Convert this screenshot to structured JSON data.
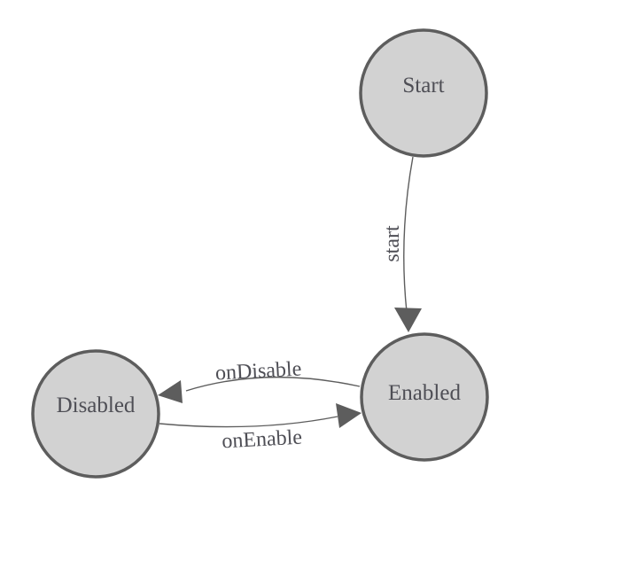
{
  "diagram": {
    "type": "state-machine",
    "background_color": "#ffffff",
    "colors": {
      "node_fill": "#d2d2d2",
      "node_stroke": "#5d5d5d",
      "edge_color": "#5d5d5d",
      "arrow_fill": "#5d5d5d",
      "label_color": "#4e4e55"
    },
    "nodes": [
      {
        "id": "start",
        "label": "Start"
      },
      {
        "id": "enabled",
        "label": "Enabled"
      },
      {
        "id": "disabled",
        "label": "Disabled"
      }
    ],
    "edges": [
      {
        "from": "start",
        "to": "enabled",
        "label": "start"
      },
      {
        "from": "enabled",
        "to": "disabled",
        "label": "onDisable"
      },
      {
        "from": "disabled",
        "to": "enabled",
        "label": "onEnable"
      }
    ]
  }
}
